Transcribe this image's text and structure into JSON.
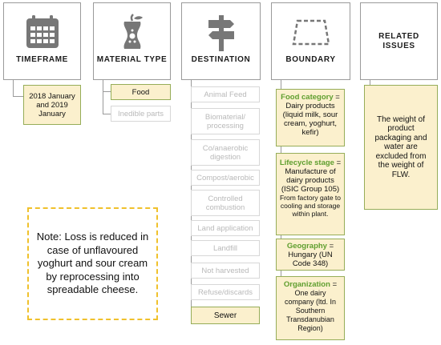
{
  "headers": {
    "timeframe": "TIMEFRAME",
    "material": "MATERIAL TYPE",
    "destination": "DESTINATION",
    "boundary": "BOUNDARY",
    "related_1": "RELATED",
    "related_2": "ISSUES"
  },
  "timeframe": {
    "value": "2018 January and 2019 January"
  },
  "material": {
    "items": [
      "Food",
      "Inedible parts"
    ]
  },
  "destination": {
    "items": [
      "Animal Feed",
      "Biomaterial/ processing",
      "Co/anaerobic digestion",
      "Compost/aerobic",
      "Controlled combustion",
      "Land application",
      "Landfill",
      "Not harvested",
      "Refuse/discards",
      "Sewer"
    ]
  },
  "boundary": {
    "food_category_label": "Food category",
    "food_category_value": "Dairy products (liquid milk, sour cream, yoghurt, kefir)",
    "lifecycle_label": "Lifecycle stage",
    "lifecycle_value": "Manufacture of dairy products (ISIC Group 105)",
    "lifecycle_note": "From factory gate to cooling and storage within plant.",
    "geography_label": "Geography",
    "geography_value": "Hungary (UN Code 348)",
    "organization_label": "Organization",
    "organization_value": "One dairy company (ltd. In Southern Transdanubian Region)"
  },
  "related": {
    "text": "The weight of product packaging and water are excluded from the weight of FLW."
  },
  "note": {
    "text": "Note: Loss is reduced in case of unflavoured yoghurt and sour cream by reprocessing into spreadable cheese."
  },
  "colors": {
    "active_fill": "#fbf0cd",
    "active_border": "#96ad58",
    "label_green": "#5e9e2e",
    "note_border": "#f0c12c",
    "inactive_text": "#b9b9b9"
  }
}
